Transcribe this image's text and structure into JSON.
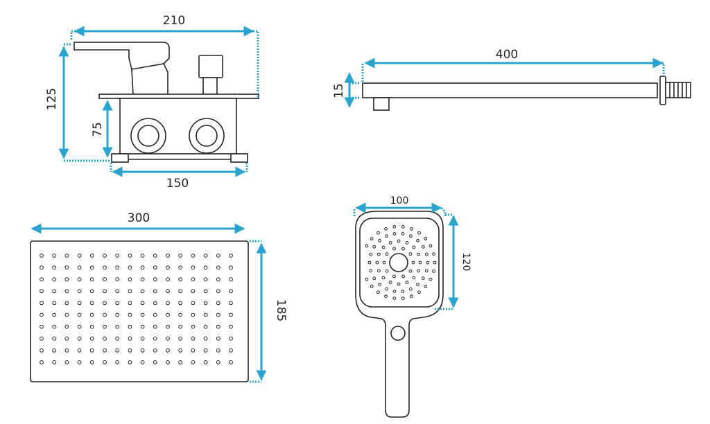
{
  "colors": {
    "dimension": "#2aa3cf",
    "outline": "#222222",
    "background": "#ffffff"
  },
  "mixer": {
    "width_label": "210",
    "height_label": "125",
    "body_height_label": "75",
    "body_width_label": "150"
  },
  "shower_arm": {
    "length_label": "400",
    "diameter_label": "15"
  },
  "rain_head": {
    "width_label": "300",
    "height_label": "185"
  },
  "hand_shower": {
    "width_label": "100",
    "height_label": "120"
  }
}
